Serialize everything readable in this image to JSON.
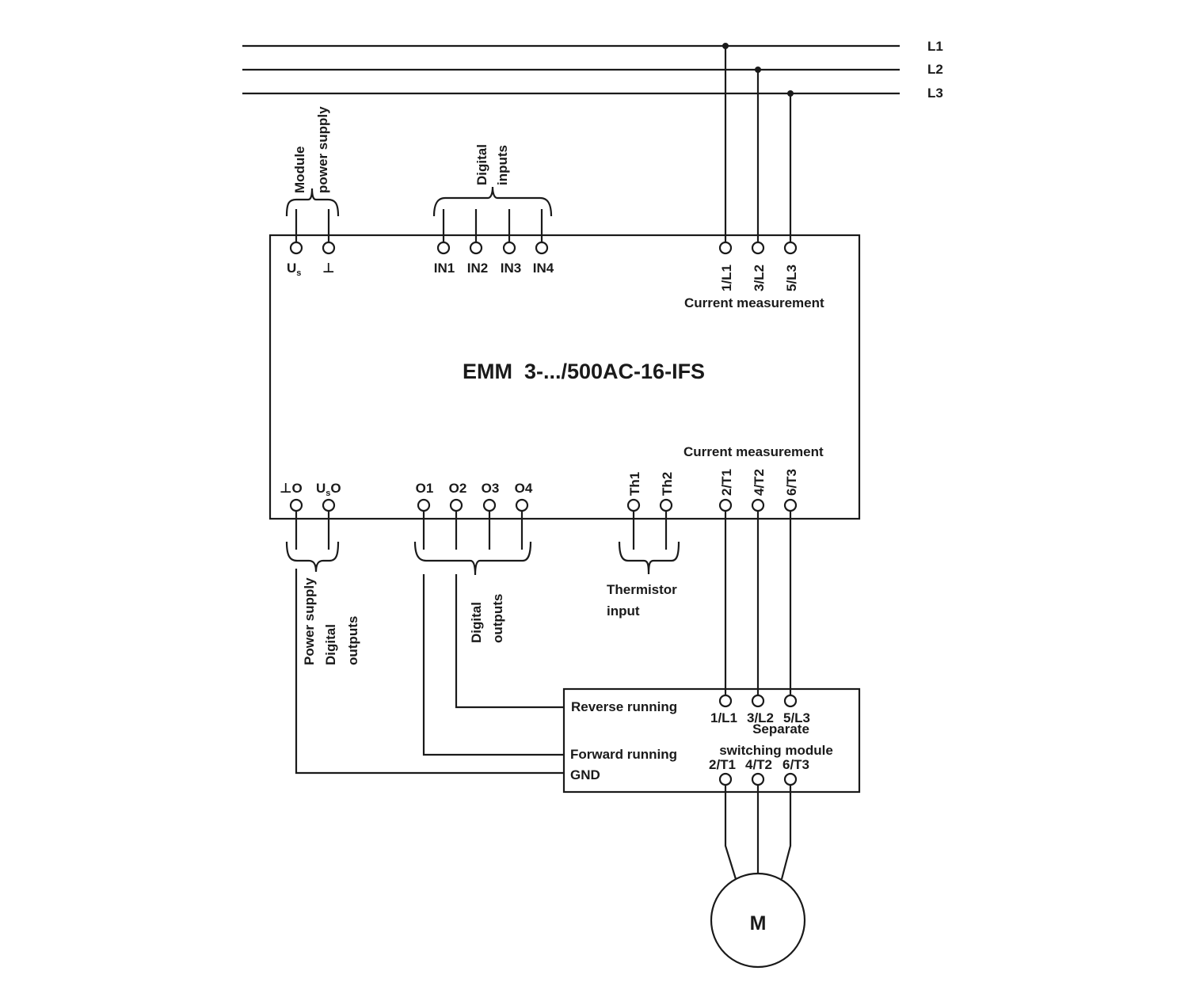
{
  "lines": {
    "l1": "L1",
    "l2": "L2",
    "l3": "L3"
  },
  "module": {
    "title": "EMM  3-.../500AC-16-IFS",
    "top_group_power": [
      "Module",
      "power supply"
    ],
    "top_group_inputs": [
      "Digital",
      "inputs"
    ],
    "us_main": "U",
    "us_sub": "s",
    "gnd_symbol": "⊥",
    "inputs": [
      "IN1",
      "IN2",
      "IN3",
      "IN4"
    ],
    "line_terminals": [
      "1/L1",
      "3/L2",
      "5/L3"
    ],
    "current_measurement_top": "Current measurement",
    "current_measurement_bottom": "Current measurement",
    "gnd_o": "⊥O",
    "us_o_main": "U",
    "us_o_sub": "s",
    "us_o_suffix": "O",
    "outputs": [
      "O1",
      "O2",
      "O3",
      "O4"
    ],
    "thermistor_terminals": [
      "Th1",
      "Th2"
    ],
    "load_terminals": [
      "2/T1",
      "4/T2",
      "6/T3"
    ]
  },
  "bottom_labels": {
    "power_supply_outputs": [
      "Power supply",
      "Digital",
      "outputs"
    ],
    "digital_outputs": [
      "Digital",
      "outputs"
    ],
    "thermistor": [
      "Thermistor",
      "input"
    ]
  },
  "switching_module": {
    "reverse": "Reverse running",
    "forward": "Forward running",
    "gnd": "GND",
    "line_terminals": [
      "1/L1",
      "3/L2",
      "5/L3"
    ],
    "separate": "Separate",
    "switching": "switching module",
    "load_terminals": [
      "2/T1",
      "4/T2",
      "6/T3"
    ]
  },
  "motor": {
    "label": "M"
  }
}
